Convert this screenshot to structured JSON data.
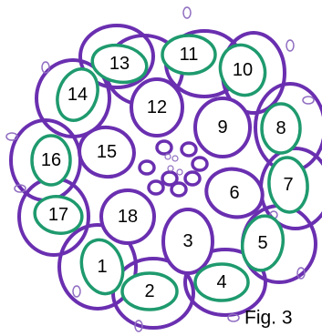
{
  "figure": {
    "caption": "Fig. 3",
    "colors": {
      "purple": "#6a2fb0",
      "green": "#1e9a6e",
      "picot": "#8f6cc0",
      "text": "#000000"
    },
    "rings": [
      {
        "label": "1",
        "type": "outer"
      },
      {
        "label": "2",
        "type": "outer"
      },
      {
        "label": "3",
        "type": "inner"
      },
      {
        "label": "4",
        "type": "outer"
      },
      {
        "label": "5",
        "type": "outer"
      },
      {
        "label": "6",
        "type": "inner"
      },
      {
        "label": "7",
        "type": "outer"
      },
      {
        "label": "8",
        "type": "outer"
      },
      {
        "label": "9",
        "type": "inner"
      },
      {
        "label": "10",
        "type": "outer"
      },
      {
        "label": "11",
        "type": "outer"
      },
      {
        "label": "12",
        "type": "inner"
      },
      {
        "label": "13",
        "type": "outer"
      },
      {
        "label": "14",
        "type": "outer"
      },
      {
        "label": "15",
        "type": "inner"
      },
      {
        "label": "16",
        "type": "outer"
      },
      {
        "label": "17",
        "type": "outer"
      },
      {
        "label": "18",
        "type": "inner"
      }
    ]
  }
}
